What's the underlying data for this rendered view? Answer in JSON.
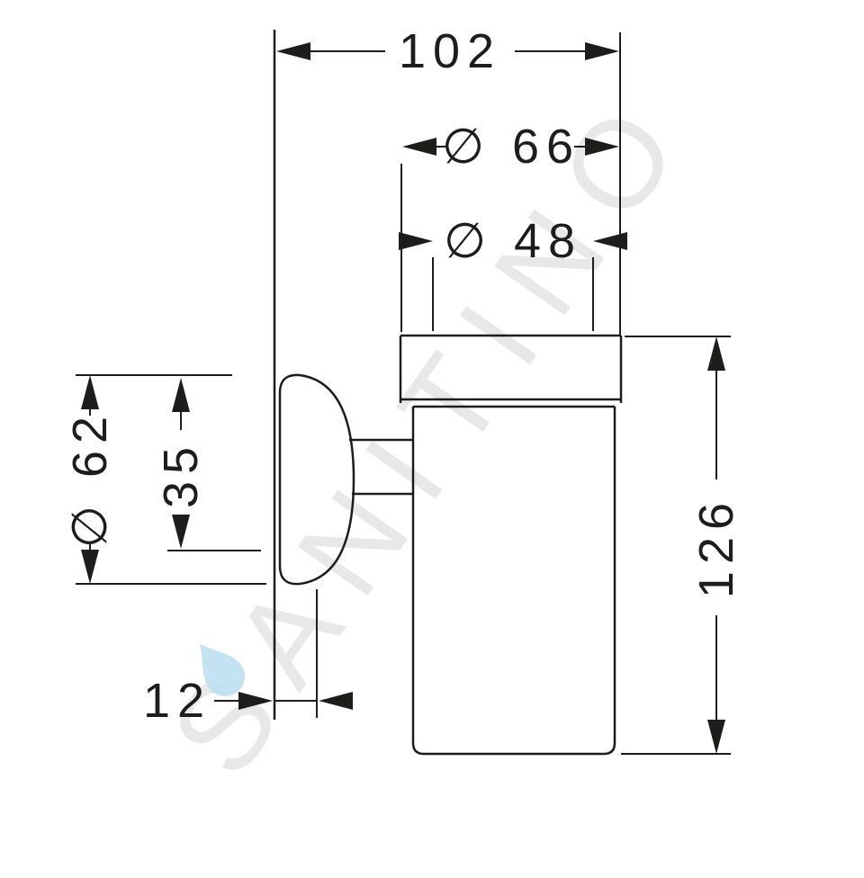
{
  "watermark": {
    "text": "SANITINO"
  },
  "colors": {
    "line": "#1d1d1b",
    "watermark": "#e8e8e8",
    "drop": "#b9ddf0",
    "background": "#ffffff"
  },
  "drawing": {
    "type": "technical-dimension-drawing",
    "view": "side-elevation-wall-mounted-tumbler-holder",
    "dimensions": {
      "overall_width": "102",
      "outer_diameter": "∅ 66",
      "inner_diameter": "∅ 48",
      "plate_diameter": "∅ 62",
      "plate_offset": "35",
      "wall_gap": "12",
      "overall_height": "126"
    }
  }
}
